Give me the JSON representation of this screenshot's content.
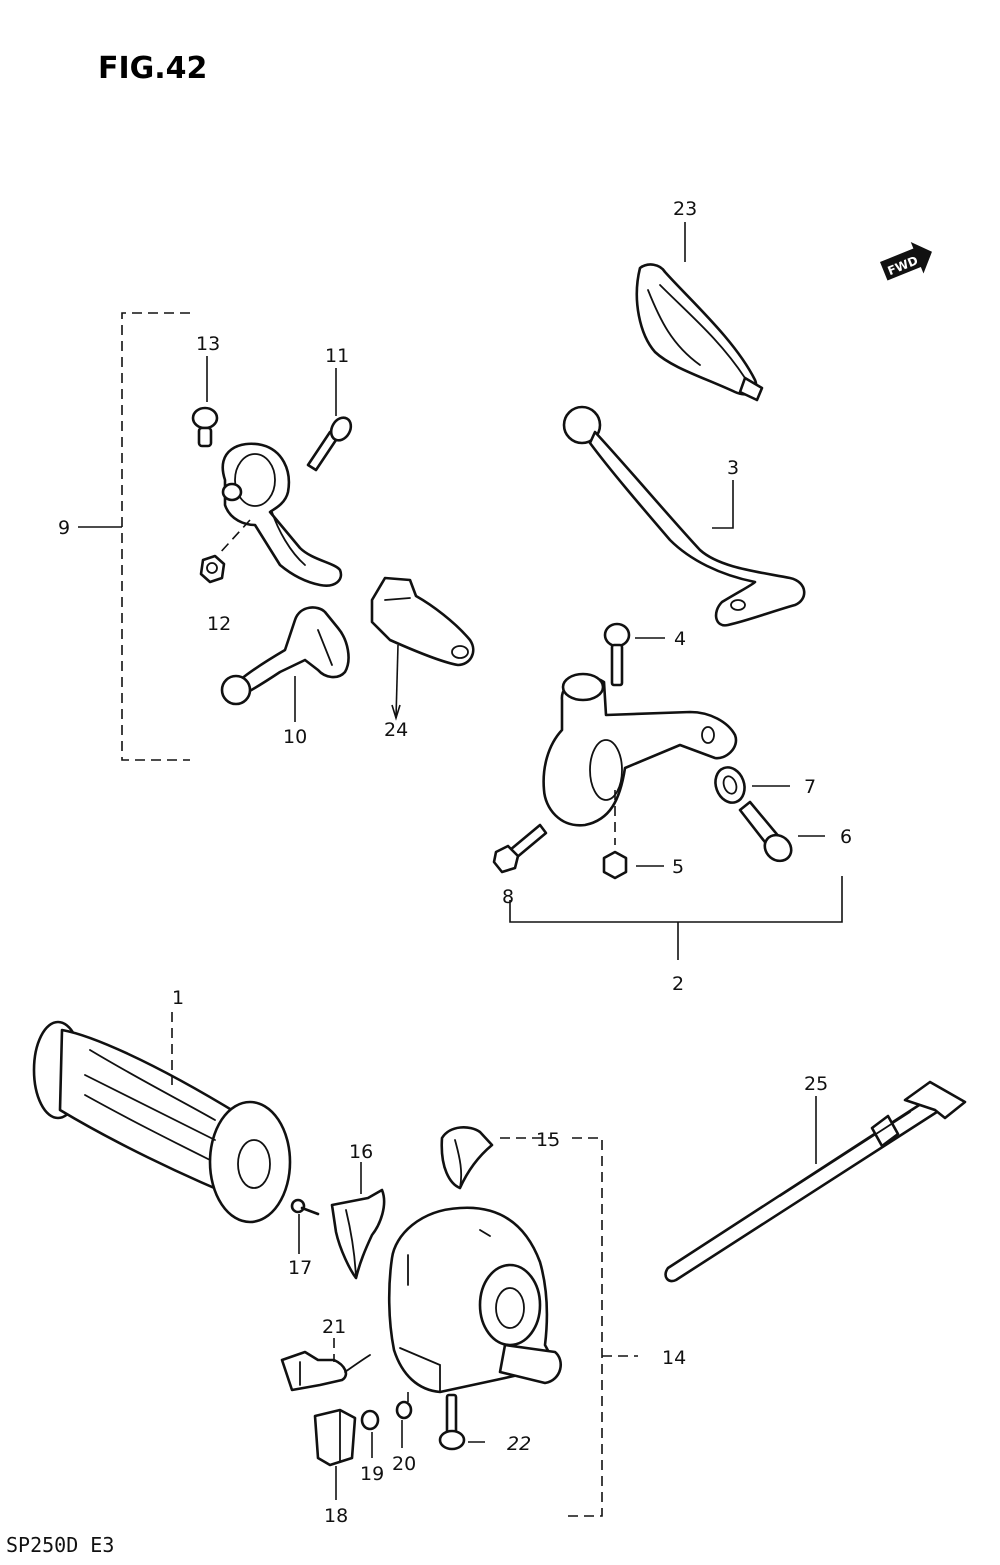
{
  "figure": {
    "title": "FIG.42",
    "model_code": "SP250D E3"
  },
  "forward_marker": {
    "text": "FWD"
  },
  "callouts": {
    "c1": "1",
    "c2": "2",
    "c3": "3",
    "c4": "4",
    "c5": "5",
    "c6": "6",
    "c7": "7",
    "c8": "8",
    "c9": "9",
    "c10": "10",
    "c11": "11",
    "c12": "12",
    "c13": "13",
    "c14": "14",
    "c15": "15",
    "c16": "16",
    "c17": "17",
    "c18": "18",
    "c19": "19",
    "c20": "20",
    "c21": "21",
    "c22": "22",
    "c23": "23",
    "c24": "24",
    "c25": "25"
  }
}
